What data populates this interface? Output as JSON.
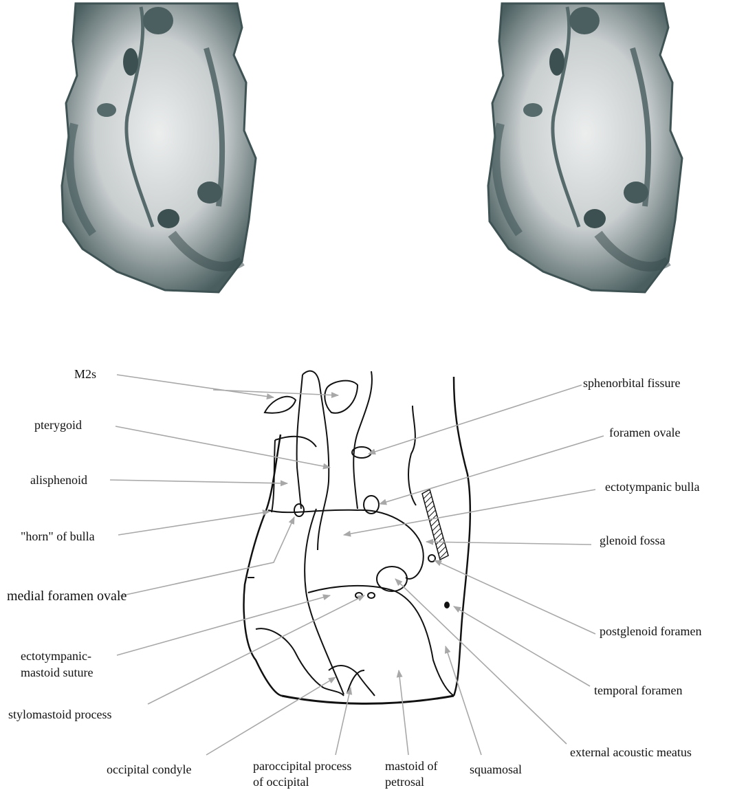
{
  "labels": {
    "m2s": "M2s",
    "pterygoid": "pterygoid",
    "alisphenoid": "alisphenoid",
    "horn_of_bulla": "\"horn\" of bulla",
    "medial_foramen_ovale": "medial foramen ovale",
    "ectotympanic_mastoid_suture_1": "ectotympanic-",
    "ectotympanic_mastoid_suture_2": "mastoid suture",
    "stylomastoid_process": "stylomastoid process",
    "occipital_condyle": "occipital condyle",
    "paroccipital_process_1": "paroccipital process",
    "paroccipital_process_2": "of occipital",
    "mastoid_of_petrosal_1": "mastoid of",
    "mastoid_of_petrosal_2": "petrosal",
    "squamosal": "squamosal",
    "external_acoustic_meatus": "external acoustic meatus",
    "temporal_foramen": "temporal foramen",
    "postglenoid_foramen": "postglenoid foramen",
    "glenoid_fossa": "glenoid fossa",
    "ectotympanic_bulla": "ectotympanic bulla",
    "foramen_ovale": "foramen ovale",
    "sphenorbital_fissure": "sphenorbital fissure"
  },
  "colors": {
    "leader_line": "#a8a8a8",
    "outline": "#111111",
    "bone_light": "#d9dcdc",
    "bone_dark": "#3f5354"
  }
}
